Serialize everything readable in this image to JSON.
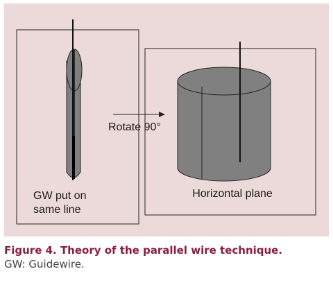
{
  "figure": {
    "background_color": "#ecd9d9",
    "left_panel_label_line1": "GW put on",
    "left_panel_label_line2": "same line",
    "arrow_label": "Rotate 90°",
    "right_panel_label": "Horizontal plane",
    "bone_color": "#808080",
    "wire_color": "#111111"
  },
  "caption": {
    "title": "Figure 4. Theory of the parallel wire technique.",
    "note": "GW: Guidewire.",
    "title_color": "#8b1f3a"
  }
}
